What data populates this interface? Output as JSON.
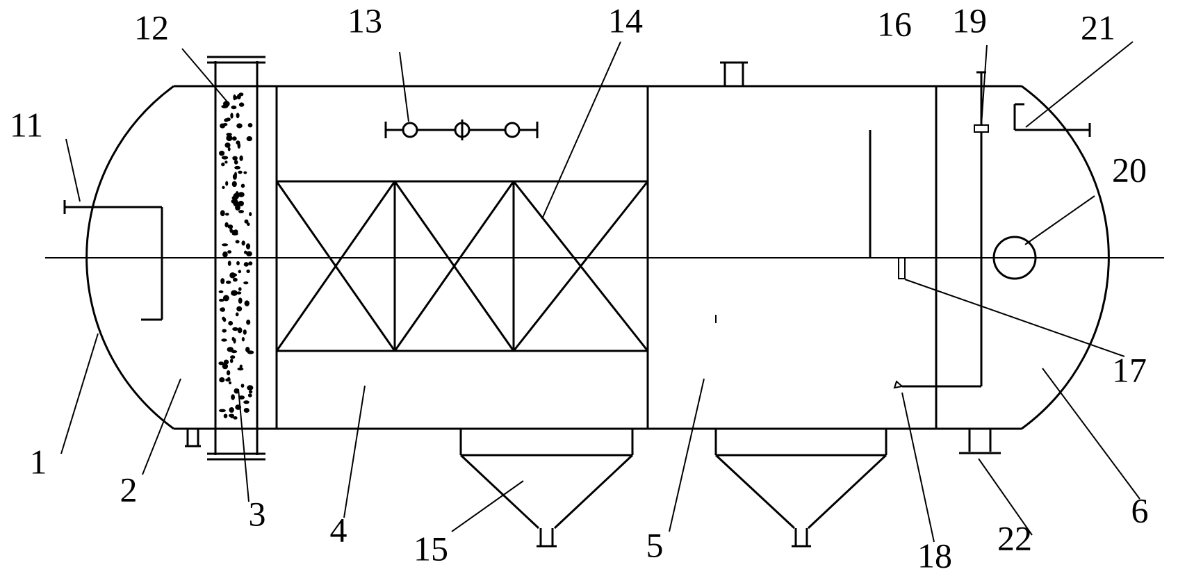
{
  "labels": {
    "l1": "1",
    "l2": "2",
    "l3": "3",
    "l4": "4",
    "l5": "5",
    "l6": "6",
    "l11": "11",
    "l12": "12",
    "l13": "13",
    "l14": "14",
    "l15": "15",
    "l16": "16",
    "l17": "17",
    "l18": "18",
    "l19": "19",
    "l20": "20",
    "l21": "21",
    "l22": "22"
  }
}
